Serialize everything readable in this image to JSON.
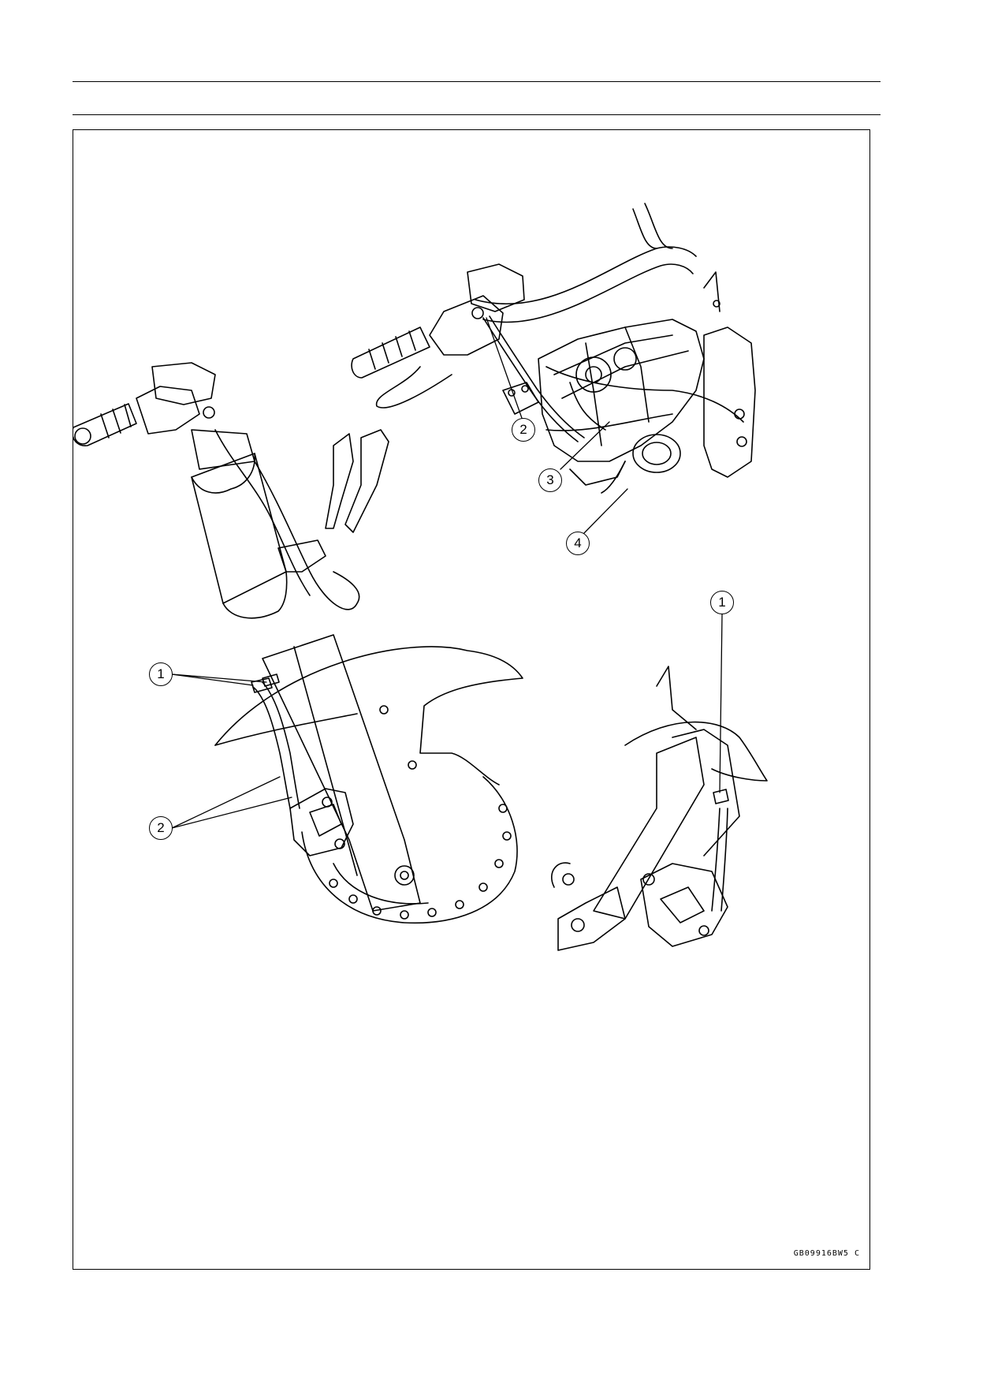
{
  "figure": {
    "code": "GB09916BW5 C",
    "callouts": {
      "top_2": "2",
      "top_3": "3",
      "top_4": "4",
      "right_1": "1",
      "left_1": "1",
      "left_2": "2"
    }
  },
  "colors": {
    "line": "#000000",
    "background": "#ffffff"
  }
}
